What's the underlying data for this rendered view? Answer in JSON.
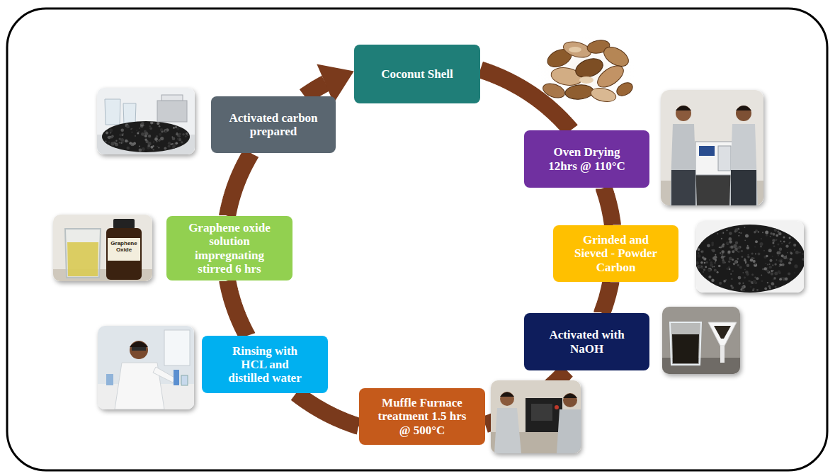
{
  "diagram": {
    "nodes": [
      {
        "text": [
          "Coconut Shell"
        ]
      },
      {
        "text": [
          "Oven Drying 12hrs @ 110°C"
        ]
      },
      {
        "text": [
          "Grinded and Sieved - Powder Carbon"
        ]
      },
      {
        "text": [
          "Activated with NaOH"
        ]
      },
      {
        "text": [
          "Muffle Furnace treatment 1.5 hrs @ 500°C"
        ]
      },
      {
        "text": [
          "Rinsing with HCL and distilled water"
        ]
      },
      {
        "text": [
          "Graphene oxide solution impregnating stirred 6 hrs"
        ]
      },
      {
        "text": [
          "Activated carbon prepared"
        ]
      }
    ],
    "edges": [
      {
        "from": 0,
        "to": 1,
        "arrow": "none"
      },
      {
        "from": 1,
        "to": 2,
        "arrow": "none"
      },
      {
        "from": 2,
        "to": 3,
        "arrow": "none"
      },
      {
        "from": 3,
        "to": 4,
        "arrow": "none"
      },
      {
        "from": 4,
        "to": 5,
        "arrow": "none"
      },
      {
        "from": 5,
        "to": 6,
        "arrow": "none"
      },
      {
        "from": 6,
        "to": 7,
        "arrow": "none"
      },
      {
        "from": 7,
        "to": 0,
        "arrow": "to"
      }
    ],
    "labels": [
      "Graphene Oxide"
    ]
  }
}
